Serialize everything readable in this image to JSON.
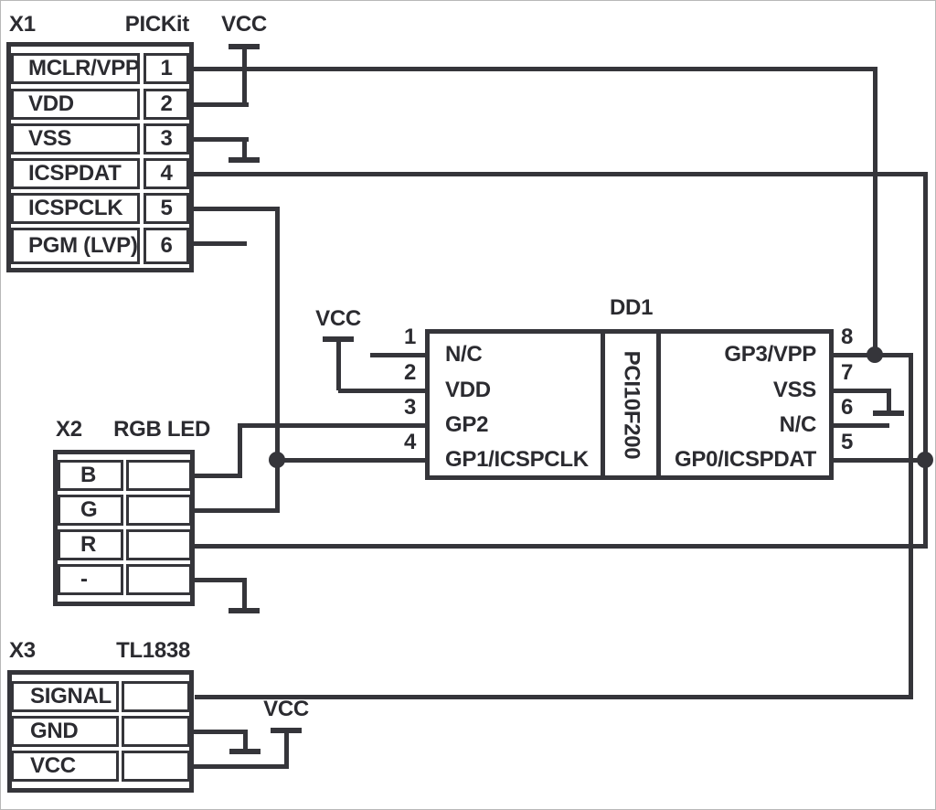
{
  "colors": {
    "stroke": "#35353a",
    "text": "#2b2b30",
    "background": "#ffffff"
  },
  "power": {
    "vcc_label": "VCC"
  },
  "connectors": {
    "x1": {
      "ref": "X1",
      "title": "PICKit",
      "pins": [
        {
          "label": "MCLR/VPP",
          "num": "1"
        },
        {
          "label": "VDD",
          "num": "2"
        },
        {
          "label": "VSS",
          "num": "3"
        },
        {
          "label": "ICSPDAT",
          "num": "4"
        },
        {
          "label": "ICSPCLK",
          "num": "5"
        },
        {
          "label": "PGM (LVP)",
          "num": "6"
        }
      ]
    },
    "x2": {
      "ref": "X2",
      "title": "RGB LED",
      "pins": [
        {
          "label": "B"
        },
        {
          "label": "G"
        },
        {
          "label": "R"
        },
        {
          "label": "-"
        }
      ]
    },
    "x3": {
      "ref": "X3",
      "title": "TL1838",
      "pins": [
        {
          "label": "SIGNAL"
        },
        {
          "label": "GND"
        },
        {
          "label": "VCC"
        }
      ]
    }
  },
  "ic": {
    "ref": "DD1",
    "part": "PCI10F200",
    "left_pins": [
      {
        "num": "1",
        "label": "N/C"
      },
      {
        "num": "2",
        "label": "VDD"
      },
      {
        "num": "3",
        "label": "GP2"
      },
      {
        "num": "4",
        "label": "GP1/ICSPCLK"
      }
    ],
    "right_pins": [
      {
        "num": "8",
        "label": "GP3/VPP"
      },
      {
        "num": "7",
        "label": "VSS"
      },
      {
        "num": "6",
        "label": "N/C"
      },
      {
        "num": "5",
        "label": "GP0/ICSPDAT"
      }
    ]
  }
}
